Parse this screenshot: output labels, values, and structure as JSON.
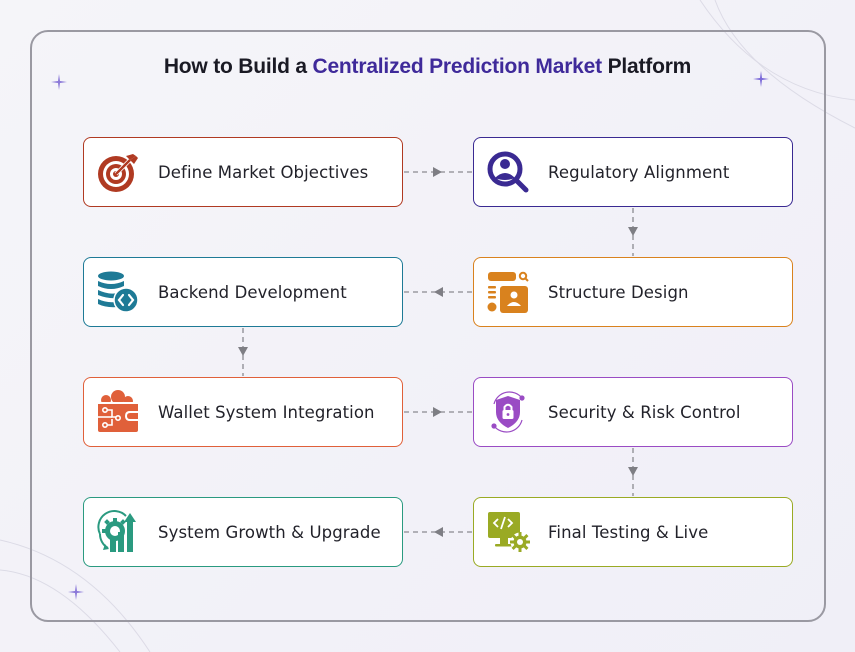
{
  "title": {
    "prefix": "How to Build a ",
    "highlight": "Centralized Prediction Market",
    "suffix": " Platform",
    "highlight_color": "#3f2a9a"
  },
  "steps": [
    {
      "order": 1,
      "label": "Define Market Objectives",
      "icon": "target-icon",
      "color": "#b03a22",
      "column": "left",
      "row": 1
    },
    {
      "order": 2,
      "label": "Regulatory Alignment",
      "icon": "user-search-icon",
      "color": "#3a2a92",
      "column": "right",
      "row": 1
    },
    {
      "order": 3,
      "label": "Structure Design",
      "icon": "layout-profile-icon",
      "color": "#d9821e",
      "column": "right",
      "row": 2
    },
    {
      "order": 4,
      "label": "Backend Development",
      "icon": "database-code-icon",
      "color": "#1e7a96",
      "column": "left",
      "row": 2
    },
    {
      "order": 5,
      "label": "Wallet System Integration",
      "icon": "wallet-circuit-icon",
      "color": "#e0603a",
      "column": "left",
      "row": 3
    },
    {
      "order": 6,
      "label": "Security & Risk Control",
      "icon": "shield-lock-icon",
      "color": "#9a4cc4",
      "column": "right",
      "row": 3
    },
    {
      "order": 7,
      "label": "Final Testing & Live",
      "icon": "monitor-code-gear-icon",
      "color": "#9aaa24",
      "column": "right",
      "row": 4
    },
    {
      "order": 8,
      "label": "System Growth & Upgrade",
      "icon": "gear-growth-icon",
      "color": "#2a9a80",
      "column": "left",
      "row": 4
    }
  ],
  "connectors": [
    {
      "from": 1,
      "to": 2,
      "direction": "right",
      "style": "dashed"
    },
    {
      "from": 2,
      "to": 3,
      "direction": "down",
      "style": "dashed"
    },
    {
      "from": 3,
      "to": 4,
      "direction": "left",
      "style": "dashed"
    },
    {
      "from": 4,
      "to": 5,
      "direction": "down",
      "style": "dashed"
    },
    {
      "from": 5,
      "to": 6,
      "direction": "right",
      "style": "dashed"
    },
    {
      "from": 6,
      "to": 7,
      "direction": "down",
      "style": "dashed"
    },
    {
      "from": 7,
      "to": 8,
      "direction": "left",
      "style": "dashed"
    }
  ],
  "colors": {
    "frame_border": "#9a99a2",
    "connector": "#8a8a90",
    "sparkle": "#8a78d8",
    "background": "#f3f2f8"
  }
}
